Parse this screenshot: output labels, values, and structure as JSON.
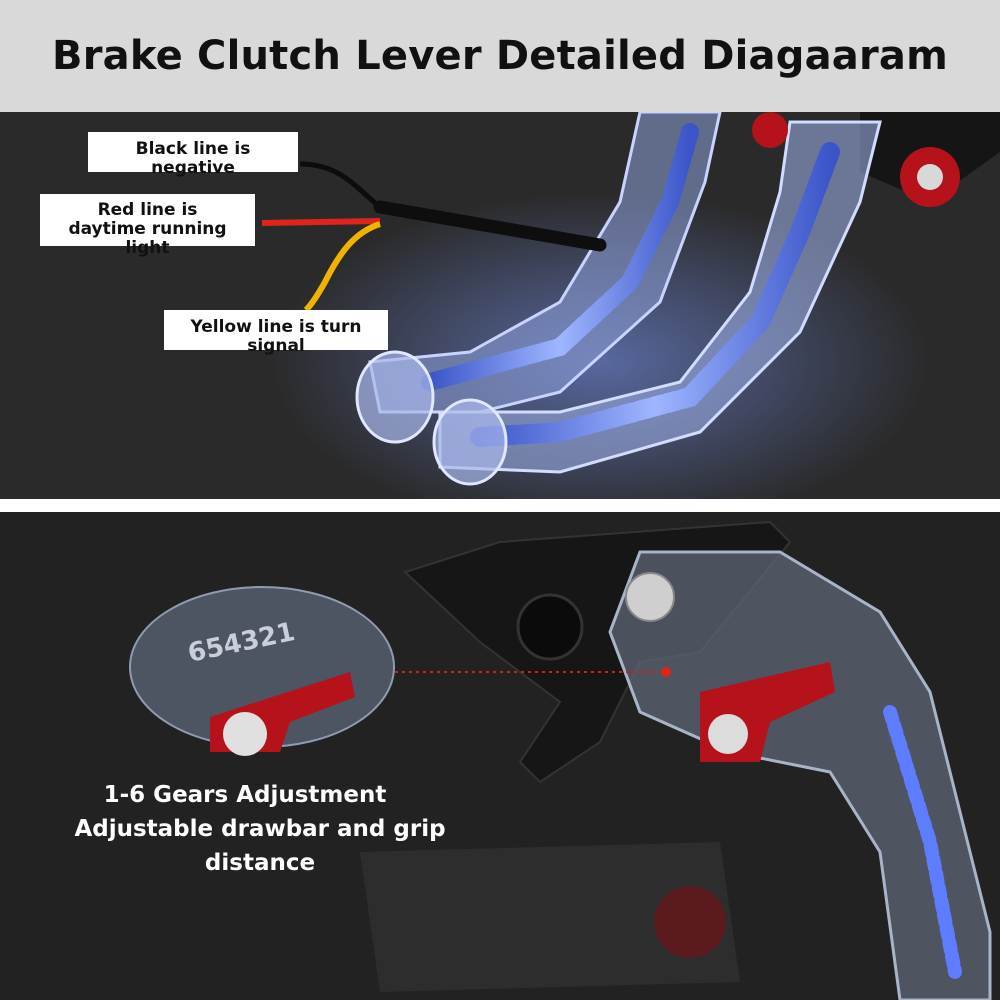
{
  "header": {
    "title": "Brake Clutch Lever Detailed Diagaaram"
  },
  "top_panel": {
    "labels": {
      "black": "Black line is negative",
      "red_line1": "Red line is",
      "red_line2": "daytime running light",
      "yellow": "Yellow line is turn signal"
    }
  },
  "bottom_panel": {
    "caption_line1": "1-6 Gears Adjustment",
    "caption_line2": "Adjustable drawbar and grip distance",
    "scale_digits": "654321"
  },
  "colors": {
    "header_bg": "#d9d9d9",
    "panel_bg": "#2a2a2a",
    "led_blue": "#6f8fff",
    "anodized_red": "#b5121b",
    "wire_red": "#e0241b",
    "wire_yellow": "#f0b400"
  }
}
